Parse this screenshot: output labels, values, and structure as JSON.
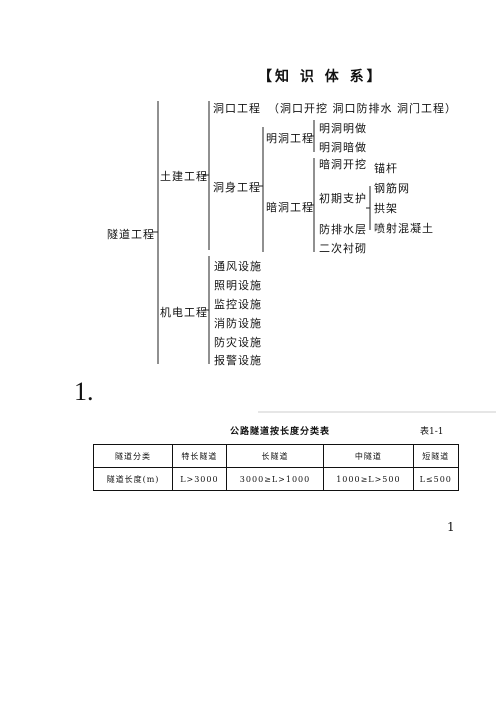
{
  "heading": "【知 识 体 系】",
  "tree": {
    "root": "隧道工程",
    "civil": "土建工程",
    "portal": "洞口工程",
    "portal_detail": "（洞口开挖   洞口防排水   洞门工程）",
    "body": "洞身工程",
    "open_cut": "明洞工程",
    "open_cut_items": [
      "明洞明做",
      "明洞暗做"
    ],
    "underground": "暗洞工程",
    "underground_items": [
      "暗洞开挖",
      "初期支护",
      "防排水层",
      "二次衬砌"
    ],
    "support_items": [
      "锚杆",
      "钢筋网",
      "拱架",
      "喷射混凝土"
    ],
    "me": "机电工程",
    "me_items": [
      "通风设施",
      "照明设施",
      "监控设施",
      "消防设施",
      "防灾设施",
      "报警设施"
    ]
  },
  "section_number": "1.",
  "table": {
    "caption": "公路隧道按长度分类表",
    "label": "表1-1",
    "header_cell": "隧道分类",
    "row_label": "隧道长度(m)",
    "columns": [
      "特长隧道",
      "长隧道",
      "中隧道",
      "短隧道"
    ],
    "values": [
      "L>3000",
      "3000≥L>1000",
      "1000≥L>500",
      "L≤500"
    ]
  },
  "page_number": "1"
}
